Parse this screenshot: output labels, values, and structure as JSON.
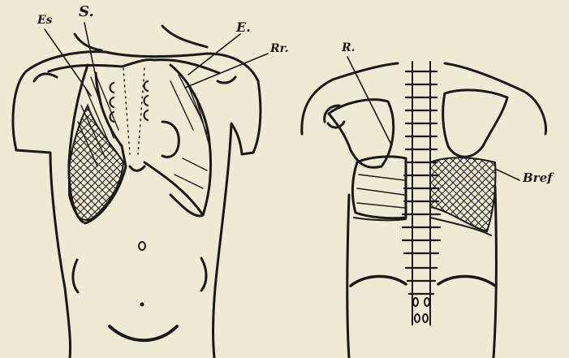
{
  "labels": {
    "es": "Es",
    "s": "S.",
    "e": "E.",
    "rr": "Rr.",
    "r": "R.",
    "bref": "Bref"
  },
  "colors": {
    "paper": "#efead3",
    "ink": "#1c1a16"
  }
}
